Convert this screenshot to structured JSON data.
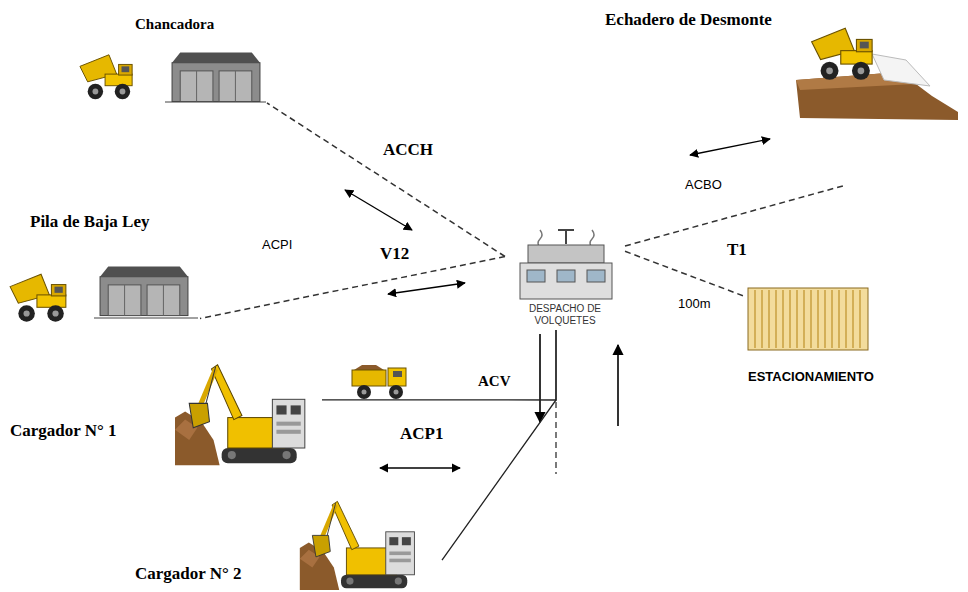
{
  "diagram": {
    "nodes": [
      {
        "text": [
          "Chancadora"
        ]
      },
      {
        "text": [
          "Echadero de Desmonte"
        ]
      },
      {
        "text": [
          "Pila de Baja Ley"
        ]
      },
      {
        "text": [
          "DESPACHO DE VOLQUETES"
        ]
      },
      {
        "text": [
          "ESTACIONAMIENTO"
        ]
      },
      {
        "text": [
          "Cargador N° 1"
        ]
      },
      {
        "text": [
          "Cargador N° 2"
        ]
      }
    ],
    "edges": [
      {
        "from": 3,
        "to": 0,
        "arrow": "none"
      },
      {
        "from": 3,
        "to": 1,
        "arrow": "none"
      },
      {
        "from": 3,
        "to": 2,
        "arrow": "none"
      },
      {
        "from": 3,
        "to": 4,
        "arrow": "none"
      },
      {
        "from": 5,
        "to": 3,
        "arrow": "none"
      },
      {
        "from": 6,
        "to": 3,
        "arrow": "none"
      }
    ],
    "labels": [
      "ACCH",
      "ACBO",
      "ACPI",
      "V12",
      "T1",
      "100m",
      "ACV",
      "ACP1"
    ]
  }
}
